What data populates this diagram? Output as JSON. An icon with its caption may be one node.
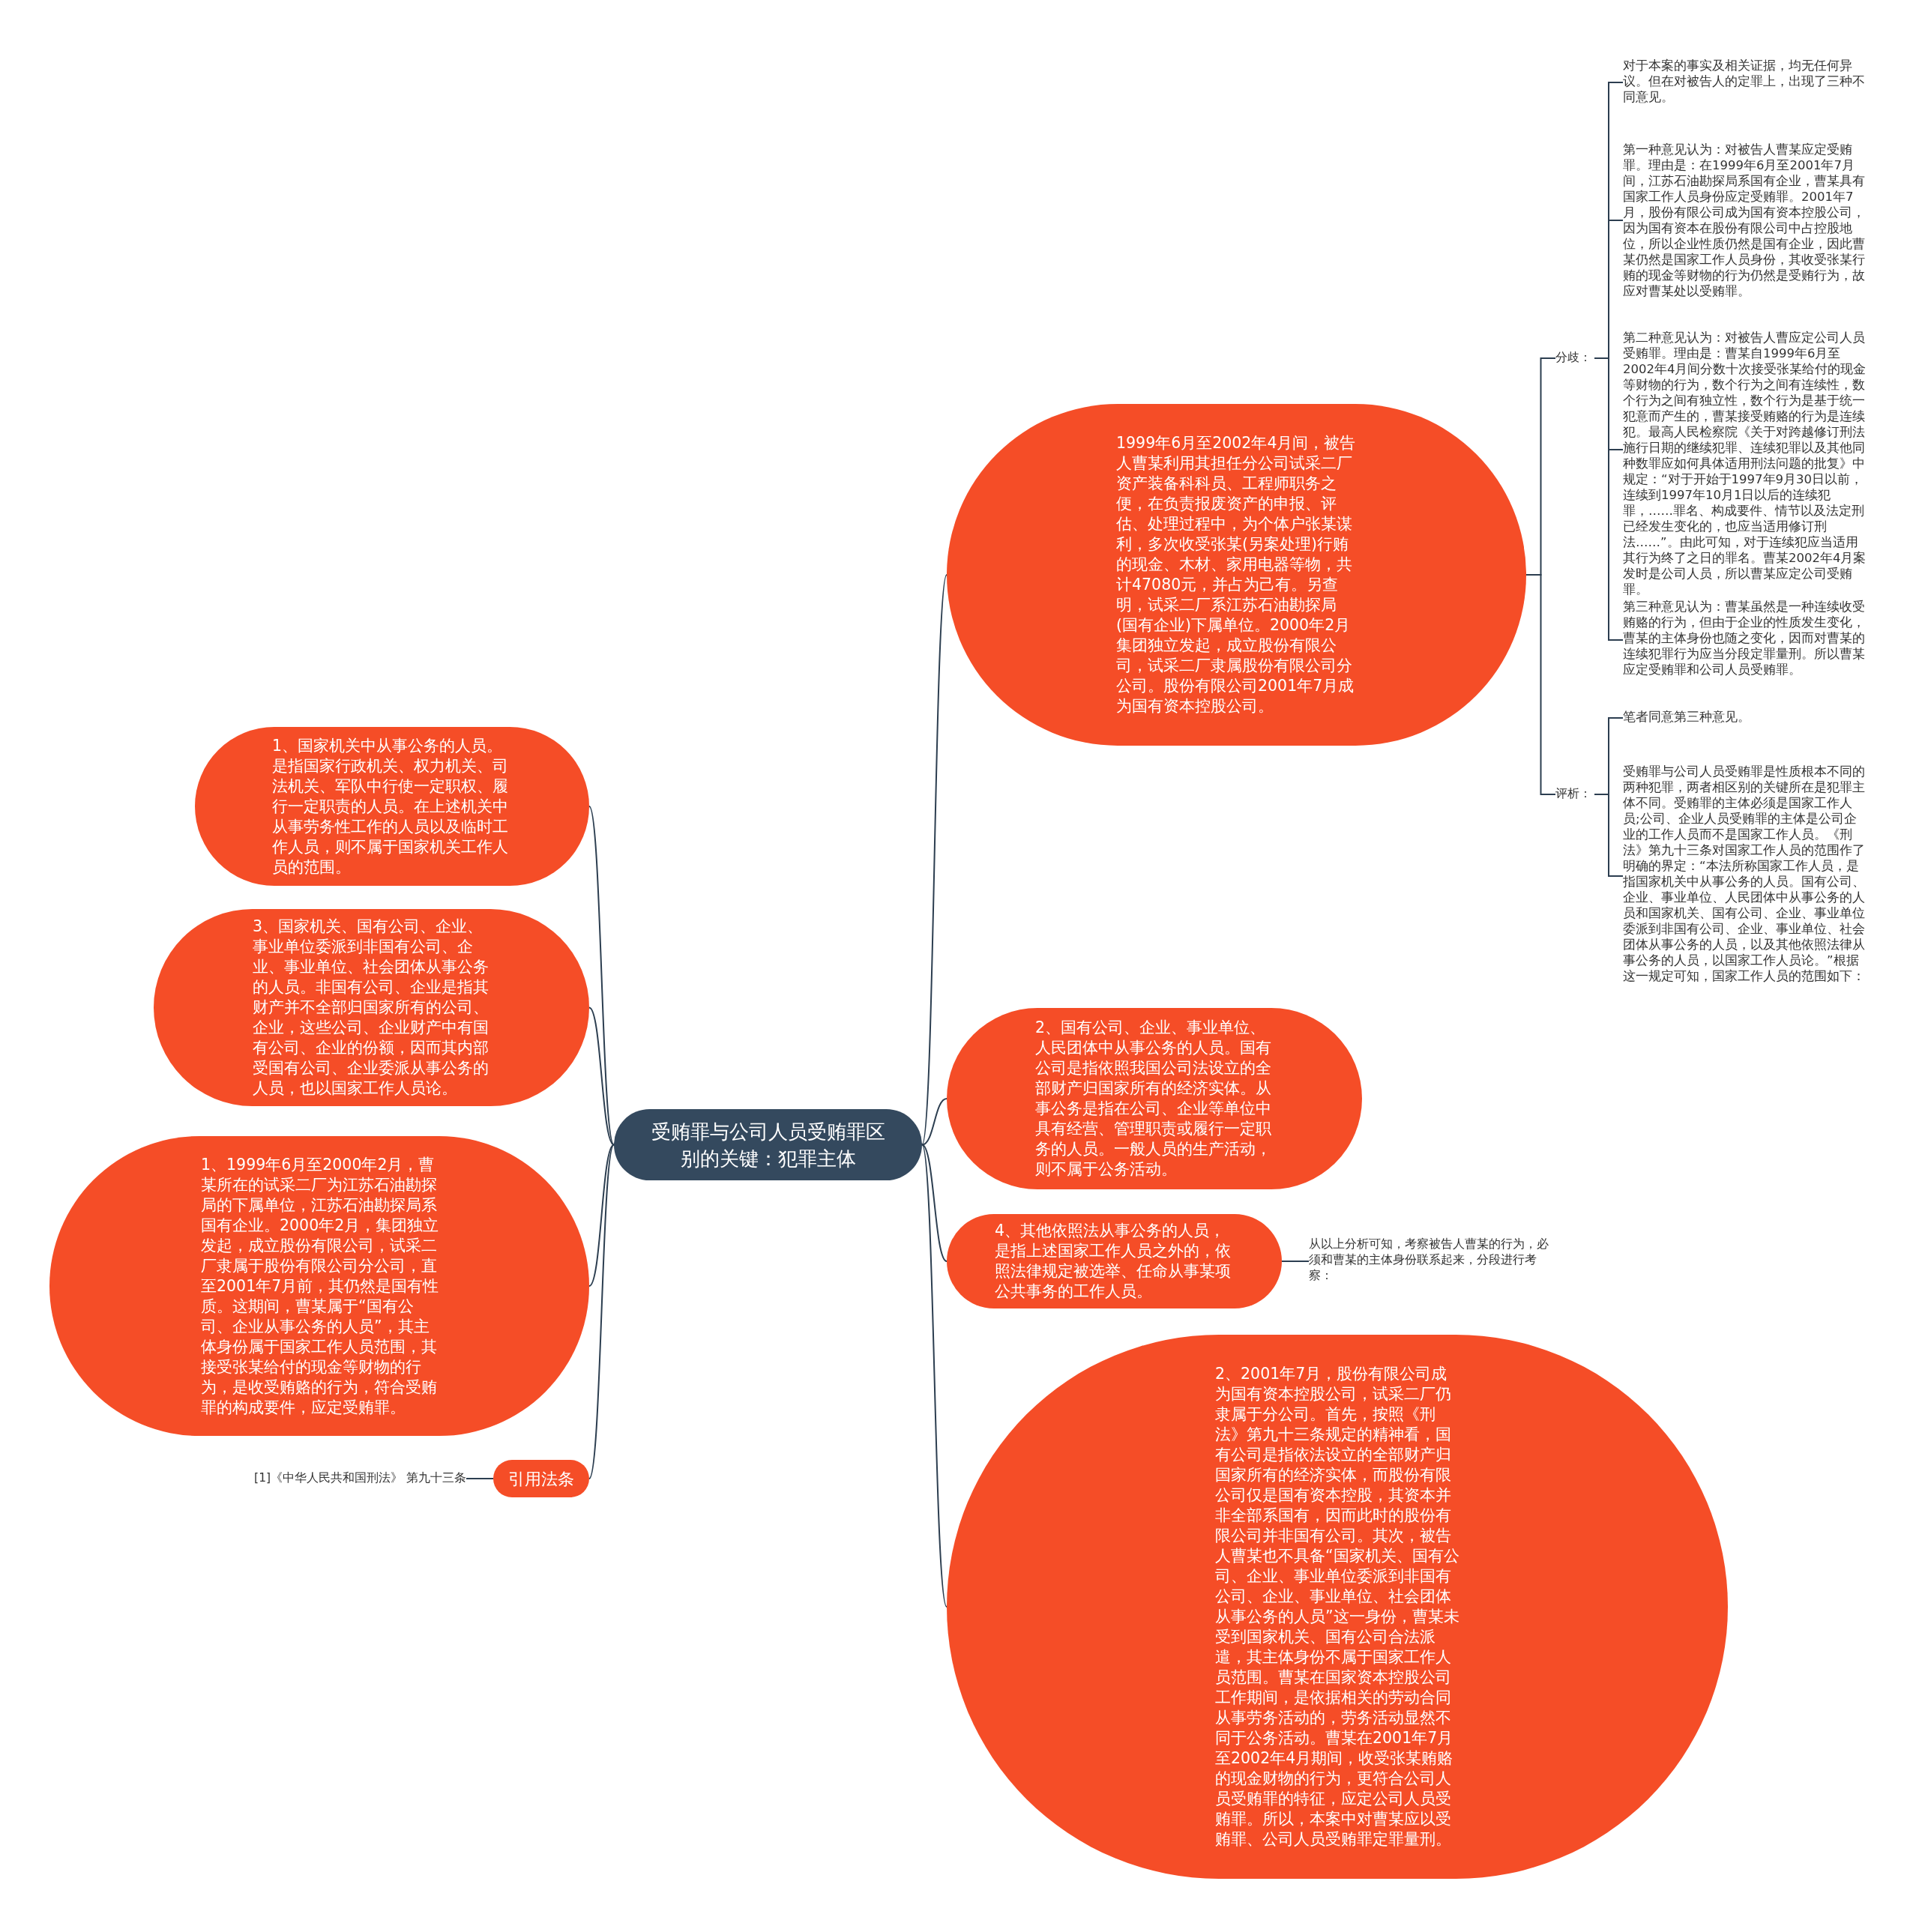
{
  "diagram": {
    "nodes": [
      {
        "text": [
          "受贿罪与公司人员受贿罪区别的关键：犯罪主体"
        ]
      },
      {
        "text": [
          "1999年6月至2002年4月间，被告人曹某利用其担任分公司试采二厂资产装备科科员、工程师职务之便，在负责报废资产的申报、评估、处理过程中，为个体户张某谋利，多次收受张某(另案处理)行贿的现金、木材、家用电器等物，共计47080元，并占为己有。另查明，试采二厂系江苏石油勘探局(国有企业)下属单位。2000年2月集团独立发起，成立股份有限公司，试采二厂隶属股份有限公司分公司。股份有限公司2001年7月成为国有资本控股公司。"
        ]
      },
      {
        "text": [
          "分歧："
        ]
      },
      {
        "text": [
          "对于本案的事实及相关证据，均无任何异议。但在对被告人的定罪上，出现了三种不同意见。"
        ]
      },
      {
        "text": [
          "第一种意见认为：对被告人曹某应定受贿罪。理由是：在1999年6月至2001年7月间，江苏石油勘探局系国有企业，曹某具有国家工作人员身份应定受贿罪。2001年7月，股份有限公司成为国有资本控股公司，因为国有资本在股份有限公司中占控股地位，所以企业性质仍然是国有企业，因此曹某仍然是国家工作人员身份，其收受张某行贿的现金等财物的行为仍然是受贿行为，故应对曹某处以受贿罪。"
        ]
      },
      {
        "text": [
          "第二种意见认为：对被告人曹应定公司人员受贿罪。理由是：曹某自1999年6月至2002年4月间分数十次接受张某给付的现金等财物的行为，数个行为之间有连续性，数个行为之间有独立性，数个行为是基于统一犯意而产生的，曹某接受贿赂的行为是连续犯。最高人民检察院《关于对跨越修订刑法施行日期的继续犯罪、连续犯罪以及其他同种数罪应如何具体适用刑法问题的批复》中规定：“对于开始于1997年9月30日以前，连续到1997年10月1日以后的连续犯罪，……罪名、构成要件、情节以及法定刑已经发生变化的，也应当适用修订刑法……”。由此可知，对于连续犯应当适用其行为终了之日的罪名。曹某2002年4月案发时是公司人员，所以曹某应定公司受贿罪。"
        ]
      },
      {
        "text": [
          "第三种意见认为：曹某虽然是一种连续收受贿赂的行为，但由于企业的性质发生变化，曹某的主体身份也随之变化，因而对曹某的连续犯罪行为应当分段定罪量刑。所以曹某应定受贿罪和公司人员受贿罪。"
        ]
      },
      {
        "text": [
          "评析："
        ]
      },
      {
        "text": [
          "笔者同意第三种意见。"
        ]
      },
      {
        "text": [
          "受贿罪与公司人员受贿罪是性质根本不同的两种犯罪，两者相区别的关键所在是犯罪主体不同。受贿罪的主体必须是国家工作人员;公司、企业人员受贿罪的主体是公司企业的工作人员而不是国家工作人员。《刑法》第九十三条对国家工作人员的范围作了明确的界定：“本法所称国家工作人员，是指国家机关中从事公务的人员。国有公司、企业、事业单位、人民团体中从事公务的人员和国家机关、国有公司、企业、事业单位委派到非国有公司、企业、事业单位、社会团体从事公务的人员，以及其他依照法律从事公务的人员，以国家工作人员论。”根据这一规定可知，国家工作人员的范围如下："
        ]
      },
      {
        "text": [
          "1、国家机关中从事公务的人员。是指国家行政机关、权力机关、司法机关、军队中行使一定职权、履行一定职责的人员。在上述机关中从事劳务性工作的人员以及临时工作人员，则不属于国家机关工作人员的范围。"
        ]
      },
      {
        "text": [
          "3、国家机关、国有公司、企业、事业单位委派到非国有公司、企业、事业单位、社会团体从事公务的人员。非国有公司、企业是指其财产并不全部归国家所有的公司、企业，这些公司、企业财产中有国有公司、企业的份额，因而其内部受国有公司、企业委派从事公务的人员，也以国家工作人员论。"
        ]
      },
      {
        "text": [
          "2、国有公司、企业、事业单位、人民团体中从事公务的人员。国有公司是指依照我国公司法设立的全部财产归国家所有的经济实体。从事公务是指在公司、企业等单位中具有经营、管理职责或履行一定职务的人员。一般人员的生产活动，则不属于公务活动。"
        ]
      },
      {
        "text": [
          "4、其他依照法从事公务的人员，是指上述国家工作人员之外的，依照法律规定被选举、任命从事某项公共事务的工作人员。"
        ]
      },
      {
        "text": [
          "从以上分析可知，考察被告人曹某的行为，必须和曹某的主体身份联系起来，分段进行考察："
        ]
      },
      {
        "text": [
          "1、1999年6月至2000年2月，曹某所在的试采二厂为江苏石油勘探局的下属单位，江苏石油勘探局系国有企业。2000年2月，集团独立发起，成立股份有限公司，试采二厂隶属于股份有限公司分公司，直至2001年7月前，其仍然是国有性质。这期间，曹某属于“国有公司、企业从事公务的人员”，其主体身份属于国家工作人员范围，其接受张某给付的现金等财物的行为，是收受贿赂的行为，符合受贿罪的构成要件，应定受贿罪。"
        ]
      },
      {
        "text": [
          "2、2001年7月，股份有限公司成为国有资本控股公司，试采二厂仍隶属于分公司。首先，按照《刑法》第九十三条规定的精神看，国有公司是指依法设立的全部财产归国家所有的经济实体，而股份有限公司仅是国有资本控股，其资本并非全部系国有，因而此时的股份有限公司并非国有公司。其次，被告人曹某也不具备“国家机关、国有公司、企业、事业单位委派到非国有公司、企业、事业单位、社会团体从事公务的人员”这一身份，曹某未受到国家机关、国有公司合法派遣，其主体身份不属于国家工作人员范围。曹某在国家资本控股公司工作期间，是依据相关的劳动合同从事劳务活动的，劳务活动显然不同于公务活动。曹某在2001年7月至2002年4月期间，收受张某贿赂的现金财物的行为，更符合公司人员受贿罪的特征，应定公司人员受贿罪。所以，本案中对曹某应以受贿罪、公司人员受贿罪定罪量刑。"
        ]
      },
      {
        "text": [
          "引用法条"
        ]
      },
      {
        "text": [
          "[1]《中华人民共和国刑法》 第九十三条"
        ]
      }
    ],
    "edges": [
      {
        "from": 0,
        "to": 1,
        "arrow": "none"
      },
      {
        "from": 1,
        "to": 2,
        "arrow": "none"
      },
      {
        "from": 2,
        "to": 3,
        "arrow": "none"
      },
      {
        "from": 2,
        "to": 4,
        "arrow": "none"
      },
      {
        "from": 2,
        "to": 5,
        "arrow": "none"
      },
      {
        "from": 2,
        "to": 6,
        "arrow": "none"
      },
      {
        "from": 1,
        "to": 7,
        "arrow": "none"
      },
      {
        "from": 7,
        "to": 8,
        "arrow": "none"
      },
      {
        "from": 7,
        "to": 9,
        "arrow": "none"
      },
      {
        "from": 0,
        "to": 10,
        "arrow": "none"
      },
      {
        "from": 0,
        "to": 11,
        "arrow": "none"
      },
      {
        "from": 0,
        "to": 12,
        "arrow": "none"
      },
      {
        "from": 0,
        "to": 13,
        "arrow": "none"
      },
      {
        "from": 13,
        "to": 14,
        "arrow": "none"
      },
      {
        "from": 0,
        "to": 15,
        "arrow": "none"
      },
      {
        "from": 0,
        "to": 16,
        "arrow": "none"
      },
      {
        "from": 0,
        "to": 17,
        "arrow": "none"
      },
      {
        "from": 17,
        "to": 18,
        "arrow": "none"
      }
    ]
  }
}
